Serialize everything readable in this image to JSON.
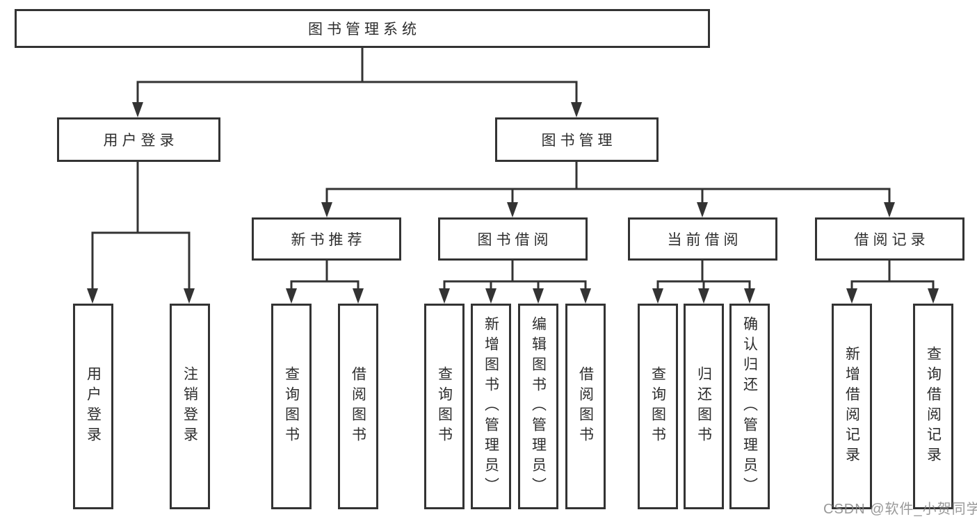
{
  "colors": {
    "line": "#333333",
    "text": "#2d2d2d",
    "box_fill": "#ffffff",
    "watermark": "#878787",
    "background": "#ffffff"
  },
  "tree": {
    "root": {
      "label": "图书管理系统"
    },
    "branches": [
      {
        "label": "用户登录",
        "children": [
          {
            "label": "用户登录"
          },
          {
            "label": "注销登录"
          }
        ]
      },
      {
        "label": "图书管理",
        "children": [
          {
            "label": "新书推荐",
            "children": [
              {
                "label": "查询图书"
              },
              {
                "label": "借阅图书"
              }
            ]
          },
          {
            "label": "图书借阅",
            "children": [
              {
                "label": "查询图书"
              },
              {
                "label": "新增图书（管理员）"
              },
              {
                "label": "编辑图书（管理员）"
              },
              {
                "label": "借阅图书"
              }
            ]
          },
          {
            "label": "当前借阅",
            "children": [
              {
                "label": "查询图书"
              },
              {
                "label": "归还图书"
              },
              {
                "label": "确认归还（管理员）"
              }
            ]
          },
          {
            "label": "借阅记录",
            "children": [
              {
                "label": "新增借阅记录"
              },
              {
                "label": "查询借阅记录"
              }
            ]
          }
        ]
      }
    ]
  },
  "watermark": {
    "text": "CSDN @软件_小贺同学"
  }
}
